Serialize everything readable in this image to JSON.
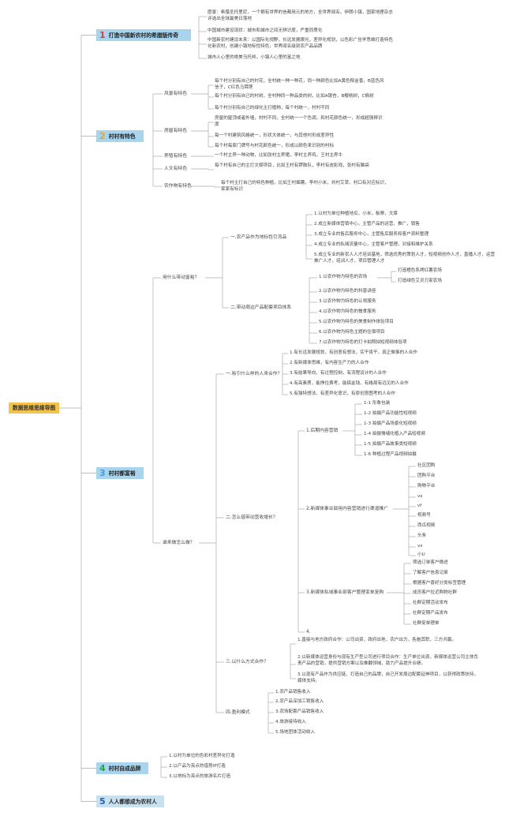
{
  "root": "数据思维思维导图",
  "sections": [
    {
      "num": "1",
      "num_color": "#e23b3b",
      "title": "打造中国新农村的希腊版传奇",
      "leaves": [
        "愿景：希腊圣托里尼，一个拥有世界的信都用元的地方，全世界闻名。伊朗小镇，国家地理杂志评选出全球最美日落地",
        "中国城市建设现状：城市和城市之间无辨识度，严重同质化",
        "中国新农村建设未来：以国际化视野，长远发展眼光，差异化规划，以色彩广告学思维打造特色化新农村，创建小镇地标性特色，世界闻名级别农产品品牌",
        "城市人心里的绝美乌托邦，小镇人心里的富之地"
      ]
    },
    {
      "num": "2",
      "num_color": "#f0a020",
      "title": "村村有特色",
      "groups": [
        {
          "label": "风景有特色",
          "items": [
            "每个村分别有自己的村花，全村统一种一种花，同一种颜色比如A黄色郁金香，B蓝色风信子，C红色马蹄莲",
            "每个村分别有自己的村树，全村种同一种品类的树，比如A银杏，B樱桃树，C枫树",
            "每个村分别有自己的绿化主打植物，每个村统一，村村不同"
          ]
        },
        {
          "label": "房屋有特色",
          "items": [
            "房屋的屋顶或者外墙，村村不同，全村统一一个色调，和村花颜色统一，形成超强辨识度",
            "每一个村建筑风格统一，形状大体统一，与其他村形成差异性",
            "每个村每家门牌号与村花颜色统一，形成以颜色来识别的村标"
          ]
        },
        {
          "label": "养殖有特色",
          "items": [
            "一个村主养一种动物，比如张村主养猪，李村主养鸡，王村主养牛"
          ]
        },
        {
          "label": "人文有特色",
          "items": [
            "每个村有自己的主打文娱项目，比如王村有锣鼓队，李村有皮影戏，张村有脑袋"
          ]
        },
        {
          "label": "农作物有特色",
          "items": [
            "每个村主打自己的特色种植，比如王村烟薯，李村小米，刘村艾草，村口有对应标识，家家有标识"
          ]
        }
      ]
    },
    {
      "num": "3",
      "num_color": "#3aa0e0",
      "title": "村村都富裕",
      "q1": {
        "label": "用什么带动富裕？",
        "sub1": {
          "label": "一.农产品作为地标性引流品",
          "items": [
            "1.以村为单位种植地瓜，小米，板栗，文章",
            "2.成立新媒体营销中心，主管产品的运营，推广，销售",
            "3.成立专业的售后服务中心，主管售后服务和客户资料整理",
            "4.成立专业的私域流量中心，主管客户管理，对接和维护关系",
            "5.成立专业的新农人人才培训基地，筛选优秀的策划人才，短视频创作人才，直播人才，运营推广人才，培训人才，项目管理人才"
          ]
        },
        "sub2": {
          "label": "二.带动周边产品配套项目体系",
          "first": "1.以农作物为特色的农场",
          "farms": [
            "打造橙色系烤红薯农场",
            "打造绿色艾灵万家农场"
          ],
          "items": [
            "2.以农作物为特色的科普讲座",
            "3.以农作物为特色的认领服务",
            "4.以农作物为特色的餐食服务",
            "5.以农作物为特色的美食制作体验项目",
            "6.以农作物为特色主题的住宿项目",
            "7.以农作物为特色的打卡拍照拍短视频体验项"
          ]
        }
      },
      "q2": {
        "label": "谁来做怎么做？",
        "a": {
          "label": "一.吸引什么样的人来合作？",
          "items": [
            "1.有长远发展规划，有创意有想法，实干肯干，真正做事的人合作",
            "2.有新媒体思维，有内容生产力的人合作",
            "3.有结果导向，有过程控制，有流程设计的人合作",
            "4.有高素质，能挣住费考，能搞金钱，有格局有远见的人合作",
            "5.有独特想法，有差异化意识，有原创意图考的人合作"
          ]
        },
        "b": {
          "label": "二.怎么借带动营收增长？",
          "c1": {
            "label": "1.后期内容营销",
            "items": [
              "1-1 形象包装",
              "1-2 拍摄产品功能性短视频",
              "1-3 拍摄产品场景化短视频",
              "1-4 拍摄情绪化植入产品短视频",
              "1-5 拍摄产品故事类短视频",
              "1-6 种植过程产品视频拍摄"
            ]
          },
          "c2": {
            "label": "2.新媒体事业部用内容营销进行渠道推广",
            "items": [
              "社区团购",
              "团购平台",
              "购物平台",
              "vx",
              "vf",
              "视频号",
              "西瓜视频",
              "头条",
              "vx",
              "小U"
            ]
          },
          "c3": {
            "label": "3.新媒体私域事业部客户管理变单复购",
            "items": [
              "筛选订单客户微进",
              "了解客户信息记录",
              "根据客户喜好分类标签管理",
              "成员客户拉近购物社群",
              "社群定期活动发布",
              "社群定期产品发布",
              "社群促单理单"
            ]
          },
          "c4": {
            "label": "4."
          }
        },
        "c": {
          "label": "三.以什么方式合作？",
          "items": [
            "1.直接与地方政府合作：公司出资，政府出地，农户出力，各施其职，三方共赢。",
            "2.以新媒体运营身份与现有生产型公司进行项目合作：生产单位出资，新媒体运营公司主体负责产品的营销，提供营销方案以及推翻领域，助力产品提升业绩。",
            "3.以现有产品作为供应链，打造自己的品牌，自己开发周边配套延伸项目，以获得政策扶持，媒体支持。"
          ]
        },
        "d": {
          "label": "四.盈利模式",
          "items": [
            "1.农产品销售收入",
            "2.农产品深加工销售收入",
            "3.农场配套产品销售收入",
            "4.旅游接待收入",
            "5.场地团体活动收入"
          ]
        }
      }
    },
    {
      "num": "4",
      "num_color": "#2aa048",
      "title": "村村自成品牌",
      "leaves": [
        "1.以村为单位的色彩村差异化打造",
        "2.以产品为亮点的借势IP打造",
        "3.以地标为亮点的旅游名片打造"
      ]
    },
    {
      "num": "5",
      "num_color": "#2a5fb0",
      "title": "人人都想成为农村人"
    }
  ],
  "colors": {
    "root": "#f3c34f",
    "section": "#a8d4ee",
    "line": "#aaaaaa"
  }
}
